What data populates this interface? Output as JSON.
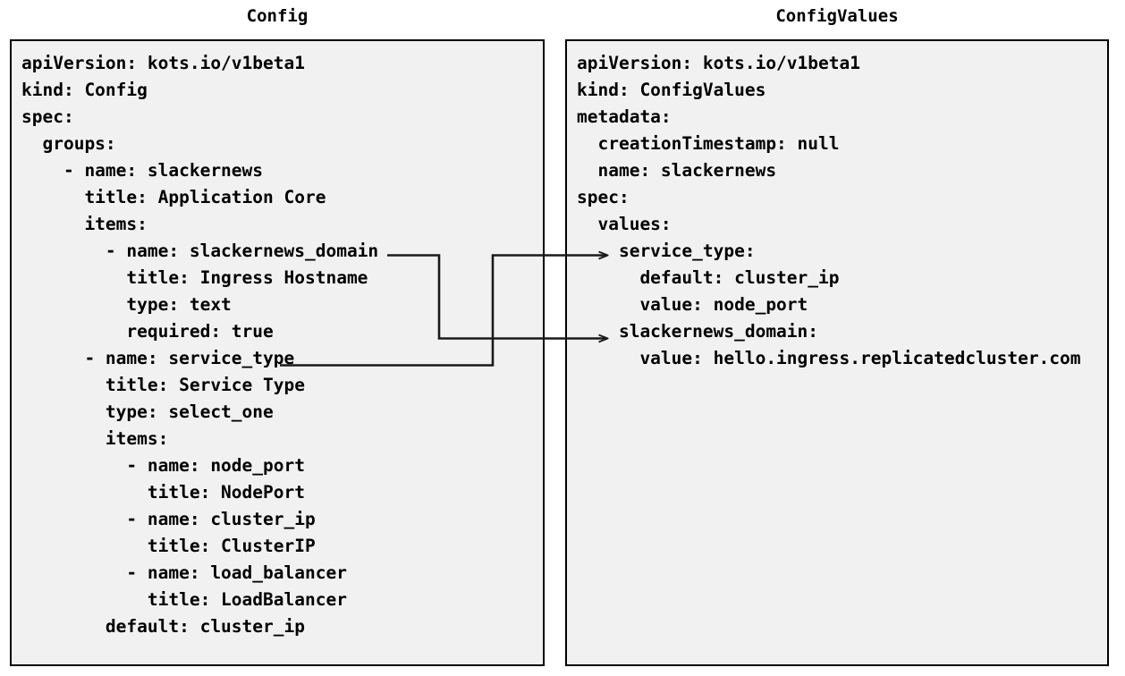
{
  "diagram": {
    "type": "two-panel-yaml-comparison",
    "background_color": "#ffffff",
    "panel_background_color": "#f1f1f1",
    "panel_border_color": "#000000",
    "connector_color": "#1a1a1a"
  },
  "left_panel": {
    "title": "Config",
    "lines": [
      "apiVersion: kots.io/v1beta1",
      "kind: Config",
      "spec:",
      "  groups:",
      "    - name: slackernews",
      "      title: Application Core",
      "      items:",
      "        - name: slackernews_domain",
      "          title: Ingress Hostname",
      "          type: text",
      "          required: true",
      "      - name: service_type",
      "        title: Service Type",
      "        type: select_one",
      "        items:",
      "          - name: node_port",
      "            title: NodePort",
      "          - name: cluster_ip",
      "            title: ClusterIP",
      "          - name: load_balancer",
      "            title: LoadBalancer",
      "        default: cluster_ip"
    ]
  },
  "right_panel": {
    "title": "ConfigValues",
    "lines": [
      "apiVersion: kots.io/v1beta1",
      "kind: ConfigValues",
      "metadata:",
      "  creationTimestamp: null",
      "  name: slackernews",
      "spec:",
      "  values:",
      "    service_type:",
      "      default: cluster_ip",
      "      value: node_port",
      "    slackernews_domain:",
      "      value: hello.ingress.replicatedcluster.com"
    ]
  },
  "connectors": [
    {
      "name": "slackernews-domain-link",
      "from_label": "slackernews_domain",
      "to_label": "slackernews_domain:",
      "arrowhead": "open-triangle"
    },
    {
      "name": "service-type-link",
      "from_label": "service_type",
      "to_label": "service_type:",
      "arrowhead": "open-triangle"
    }
  ]
}
